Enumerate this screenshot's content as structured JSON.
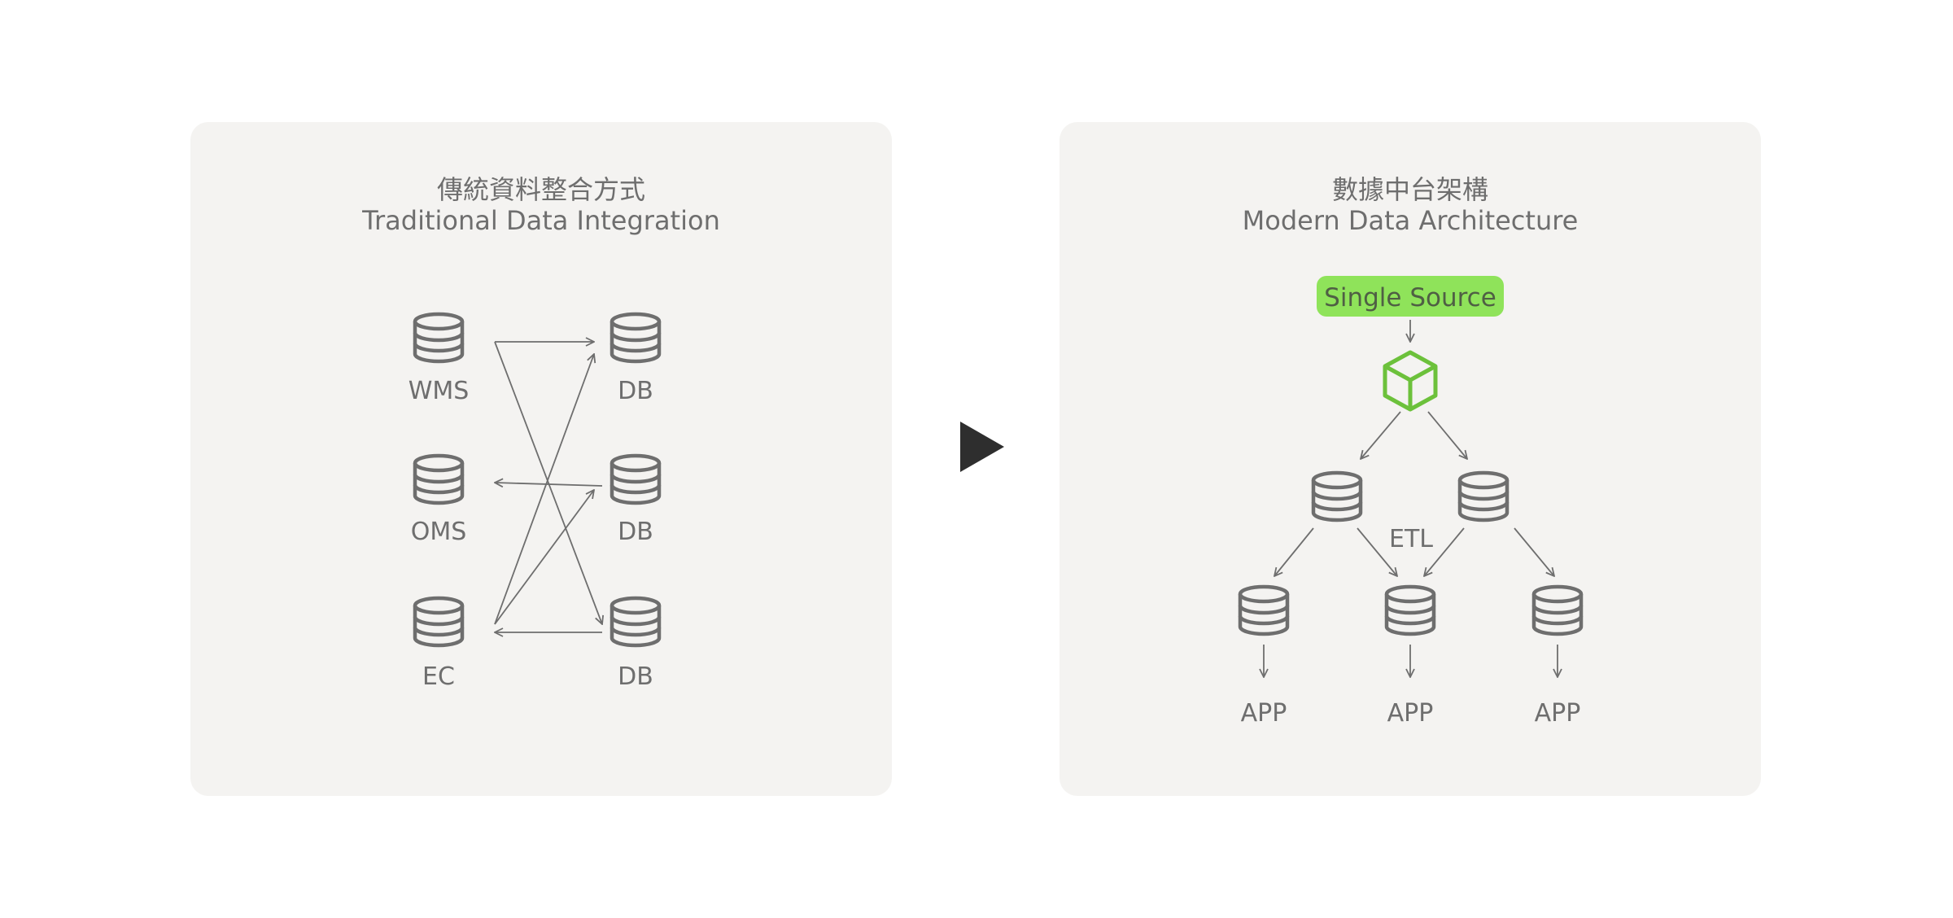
{
  "left_panel": {
    "title_zh": "傳統資料整合方式",
    "title_en": "Traditional Data Integration",
    "nodes": {
      "wms": "WMS",
      "oms": "OMS",
      "ec": "EC",
      "db_top": "DB",
      "db_mid": "DB",
      "db_bottom": "DB"
    }
  },
  "right_panel": {
    "title_zh": "數據中台架構",
    "title_en": "Modern Data Architecture",
    "badge": "Single Source",
    "middle_label": "ETL",
    "apps": [
      "APP",
      "APP",
      "APP"
    ]
  },
  "colors": {
    "panel_bg": "#f4f3f1",
    "text": "#6e6e6e",
    "icon": "#6e6e6e",
    "badge_bg": "#8fe35a",
    "cube": "#6cc13b",
    "play_arrow": "#2e2e2e"
  },
  "icons": {
    "database": "database-icon",
    "cube": "cube-icon",
    "arrow": "play-arrow-icon"
  }
}
